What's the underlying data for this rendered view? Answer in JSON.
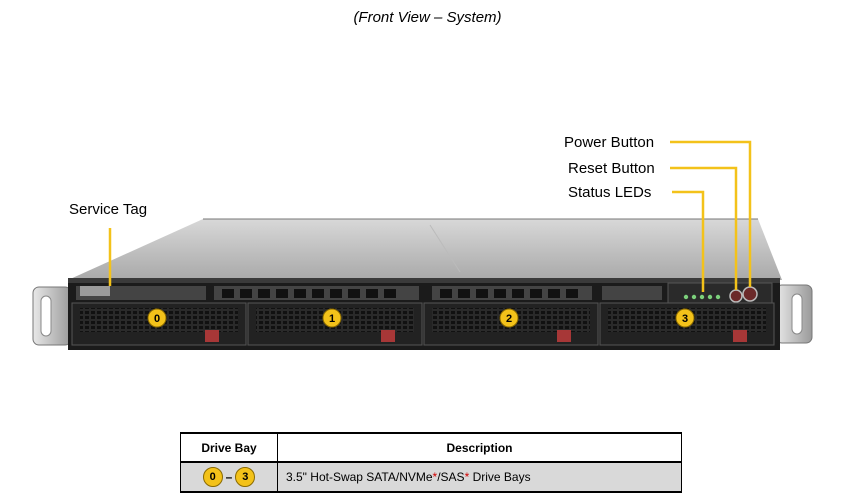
{
  "title": "(Front View – System)",
  "callouts": {
    "service_tag": "Service Tag",
    "power_button": "Power Button",
    "reset_button": "Reset Button",
    "status_leds": "Status LEDs"
  },
  "bays": [
    "0",
    "1",
    "2",
    "3"
  ],
  "table": {
    "headers": [
      "Drive Bay",
      "Description"
    ],
    "row": {
      "bay_start": "0",
      "bay_sep": "–",
      "bay_end": "3",
      "desc_part1": "3.5\" Hot-Swap SATA/NVMe",
      "asterisk": "*",
      "desc_part2": "/SAS",
      "desc_part3": " Drive Bays"
    }
  },
  "colors": {
    "callout_line": "#f3c21a",
    "badge": "#f3c21a",
    "asterisk": "#d00000"
  }
}
